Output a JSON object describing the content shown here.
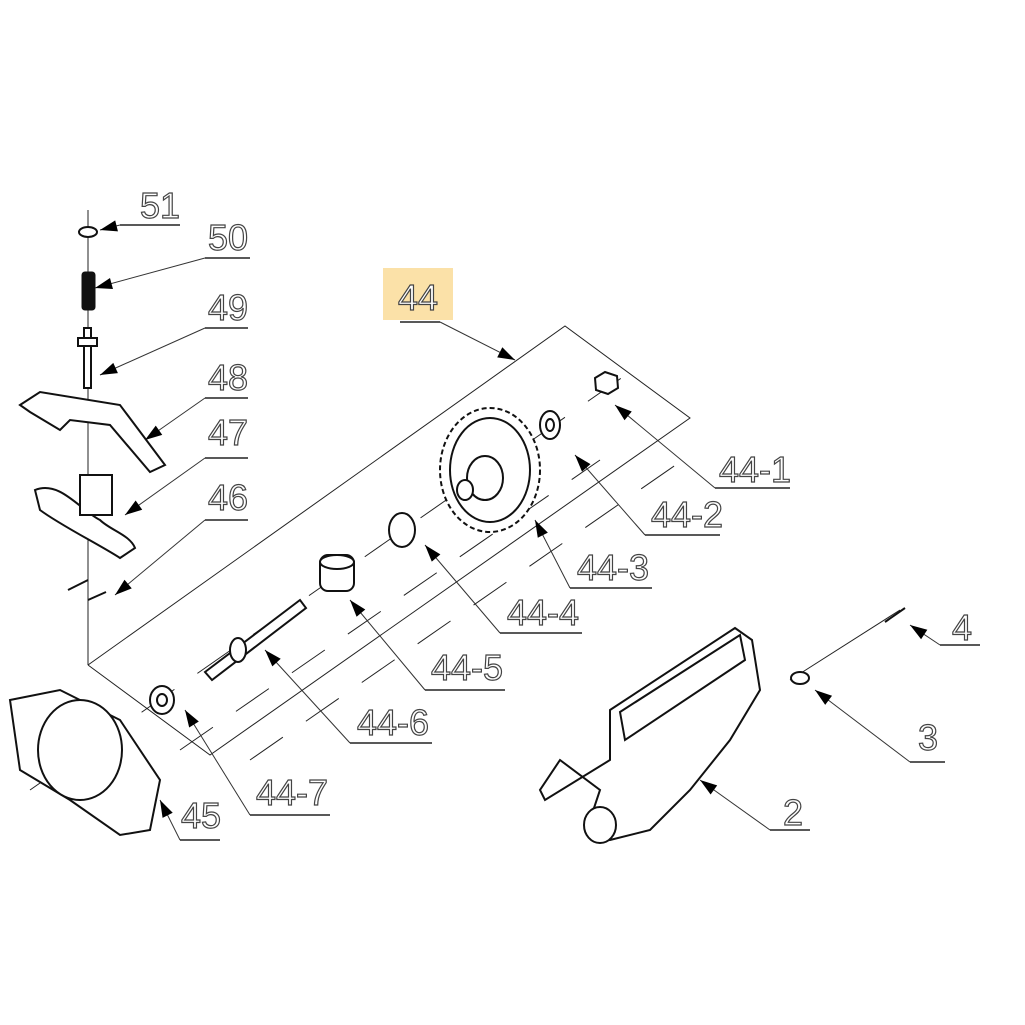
{
  "diagram": {
    "highlight_color": "#fbe1a8",
    "labels": [
      {
        "id": "51"
      },
      {
        "id": "50"
      },
      {
        "id": "49"
      },
      {
        "id": "48"
      },
      {
        "id": "47"
      },
      {
        "id": "46"
      },
      {
        "id": "44",
        "highlighted": true
      },
      {
        "id": "44-1"
      },
      {
        "id": "44-2"
      },
      {
        "id": "44-3"
      },
      {
        "id": "44-4"
      },
      {
        "id": "44-5"
      },
      {
        "id": "44-6"
      },
      {
        "id": "44-7"
      },
      {
        "id": "45"
      },
      {
        "id": "4"
      },
      {
        "id": "3"
      },
      {
        "id": "2"
      }
    ]
  }
}
